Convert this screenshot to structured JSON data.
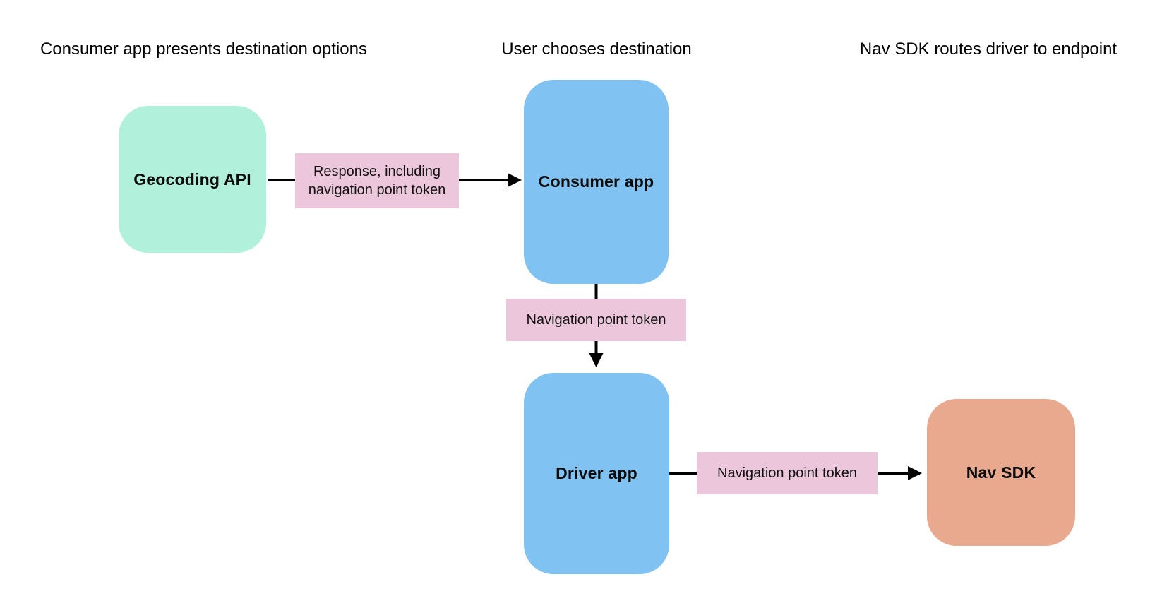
{
  "diagram": {
    "column_headers": [
      "Consumer app presents destination options",
      "User chooses destination",
      "Nav SDK routes driver to endpoint"
    ],
    "nodes": {
      "geocoding_api": {
        "label": "Geocoding API",
        "color": "#b1f0da"
      },
      "consumer_app": {
        "label": "Consumer app",
        "color": "#80c2f1"
      },
      "driver_app": {
        "label": "Driver app",
        "color": "#80c2f1"
      },
      "nav_sdk": {
        "label": "Nav SDK",
        "color": "#e8a98e"
      }
    },
    "edge_labels": {
      "response_token": {
        "label": "Response, including navigation point token",
        "color": "#ecc7dc"
      },
      "nav_point_token_1": {
        "label": "Navigation point token",
        "color": "#ecc7dc"
      },
      "nav_point_token_2": {
        "label": "Navigation point token",
        "color": "#ecc7dc"
      }
    },
    "arrow_color": "#000000"
  }
}
